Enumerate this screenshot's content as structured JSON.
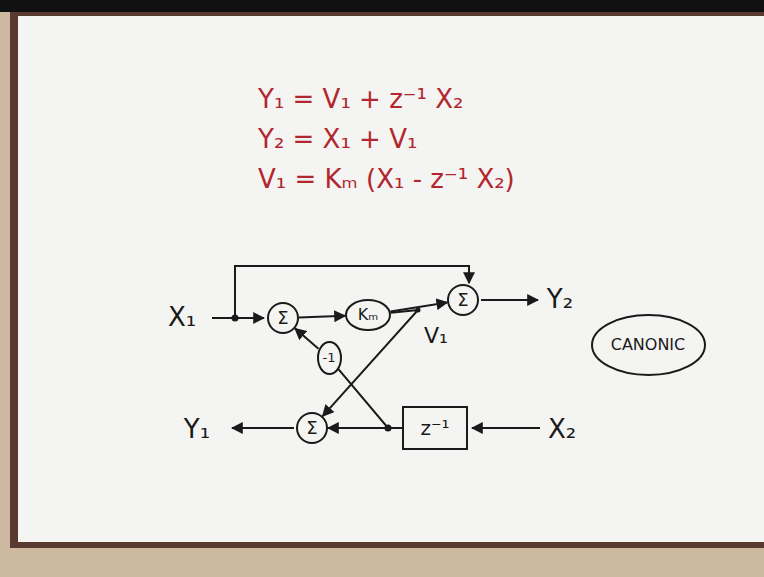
{
  "diagram": {
    "nodes": [
      {
        "text": [
          "Σ"
        ]
      },
      {
        "text": [
          "Kₘ"
        ]
      },
      {
        "text": [
          "Σ"
        ]
      },
      {
        "text": [
          "-1"
        ]
      },
      {
        "text": [
          "CANONIC"
        ]
      },
      {
        "text": [
          "Σ"
        ]
      },
      {
        "text": [
          "z⁻¹"
        ]
      }
    ],
    "edges": [
      {
        "from": 0,
        "to": 1,
        "arrow": "to"
      },
      {
        "from": 1,
        "to": 2,
        "arrow": "to"
      },
      {
        "from": 1,
        "to": 5,
        "arrow": "to"
      },
      {
        "from": 3,
        "to": 0,
        "arrow": "to"
      },
      {
        "from": 6,
        "to": 5,
        "arrow": "to"
      },
      {
        "from": 6,
        "to": 3,
        "arrow": "none"
      }
    ],
    "labels": [
      "Y₁ = V₁ + z⁻¹ X₂",
      "Y₂ = X₁ + V₁",
      "V₁ = Kₘ (X₁ - z⁻¹ X₂)",
      "X₁",
      "Y₂",
      "V₁",
      "Y₁",
      "X₂"
    ]
  }
}
